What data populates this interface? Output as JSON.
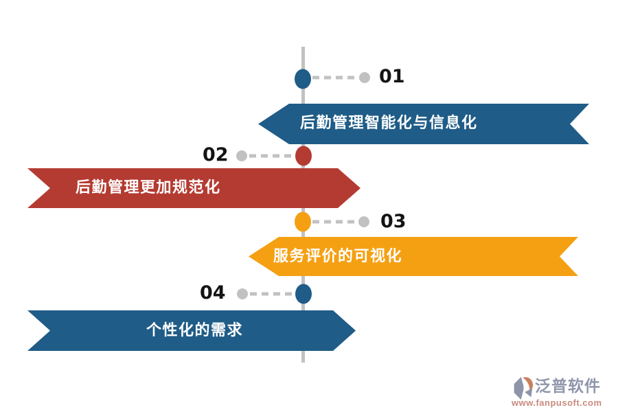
{
  "palette": {
    "blue": "#1f5c87",
    "red": "#b43b32",
    "orange": "#f5a013",
    "gray": "#c1c1c1",
    "number_color": "#141414",
    "banner_text_color": "#ffffff"
  },
  "timeline": {
    "items": [
      {
        "number": "01",
        "label": "后勤管理智能化与信息化",
        "color": "#1f5c87",
        "direction": "right"
      },
      {
        "number": "02",
        "label": "后勤管理更加规范化",
        "color": "#b43b32",
        "direction": "left"
      },
      {
        "number": "03",
        "label": "服务评价的可视化",
        "color": "#f5a013",
        "direction": "right"
      },
      {
        "number": "04",
        "label": "个性化的需求",
        "color": "#1f5c87",
        "direction": "left"
      }
    ]
  },
  "watermark": {
    "brand": "泛普软件",
    "url": "www.fanpusoft.com",
    "brand_color": "#9096ab",
    "url_color": "#c98a7e",
    "icon_slate": "#8e94a9",
    "icon_accent": "#c8805f"
  }
}
